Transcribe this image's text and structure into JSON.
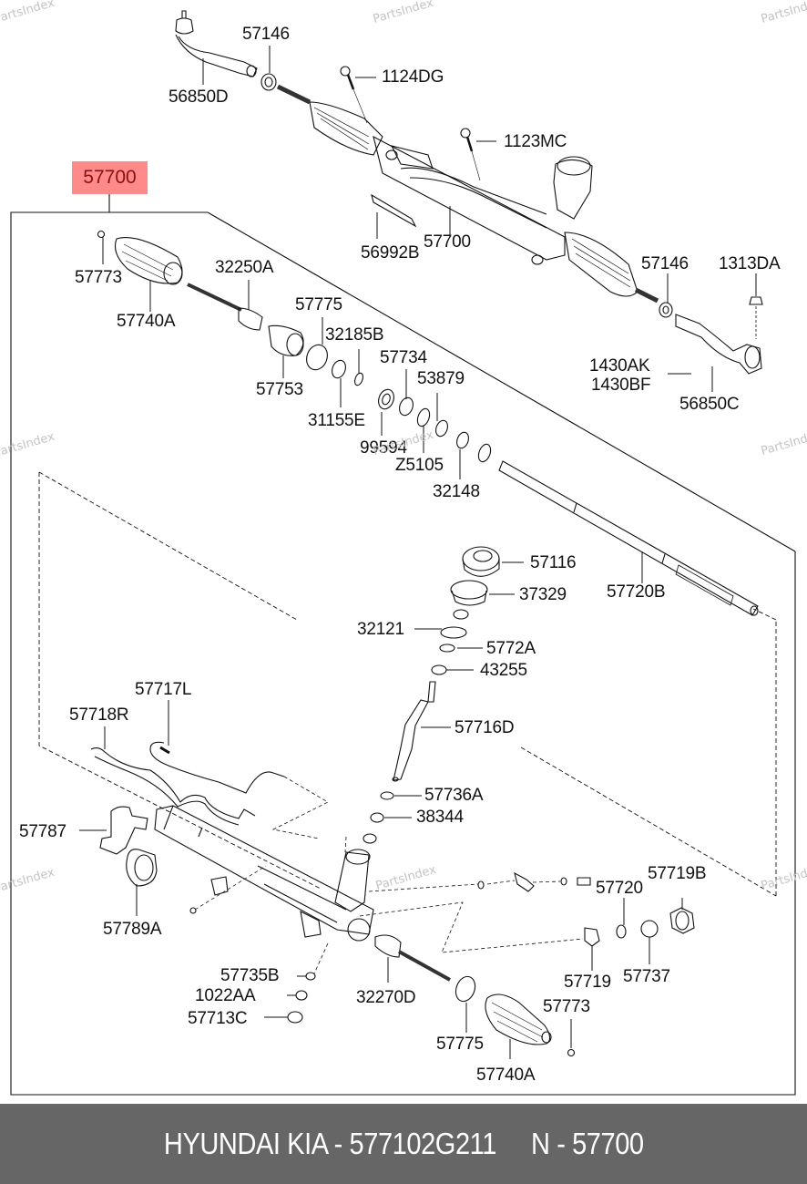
{
  "diagram": {
    "highlighted_part": "57700",
    "watermark": "PartsIndex",
    "labels": {
      "p56850D": "56850D",
      "p57146_top": "57146",
      "p1124DG": "1124DG",
      "p1123MC": "1123MC",
      "p57700_asm": "57700",
      "p56992B": "56992B",
      "p57146_right": "57146",
      "p1313DA": "1313DA",
      "p1430AK": "1430AK",
      "p1430BF": "1430BF",
      "p56850C": "56850C",
      "p57773_top": "57773",
      "p57740A_top": "57740A",
      "p32250A": "32250A",
      "p57775_top": "57775",
      "p32185B": "32185B",
      "p57753": "57753",
      "p31155E": "31155E",
      "p57734": "57734",
      "p53879": "53879",
      "p99594": "99594",
      "pZ5105": "Z5105",
      "p32148": "32148",
      "p57116": "57116",
      "p37329": "37329",
      "p57720B": "57720B",
      "p32121": "32121",
      "p5772A": "5772A",
      "p43255": "43255",
      "p57717L": "57717L",
      "p57718R": "57718R",
      "p57716D": "57716D",
      "p57736A": "57736A",
      "p38344": "38344",
      "p57787": "57787",
      "p57719B": "57719B",
      "p57720": "57720",
      "p57789A": "57789A",
      "p57735B": "57735B",
      "p1022AA": "1022AA",
      "p57713C": "57713C",
      "p32270D": "32270D",
      "p57719": "57719",
      "p57737": "57737",
      "p57773_bottom": "57773",
      "p57775_bottom": "57775",
      "p57740A_bottom": "57740A"
    }
  },
  "footer": {
    "text": "HYUNDAI KIA - 577102G211     N - 57700"
  }
}
